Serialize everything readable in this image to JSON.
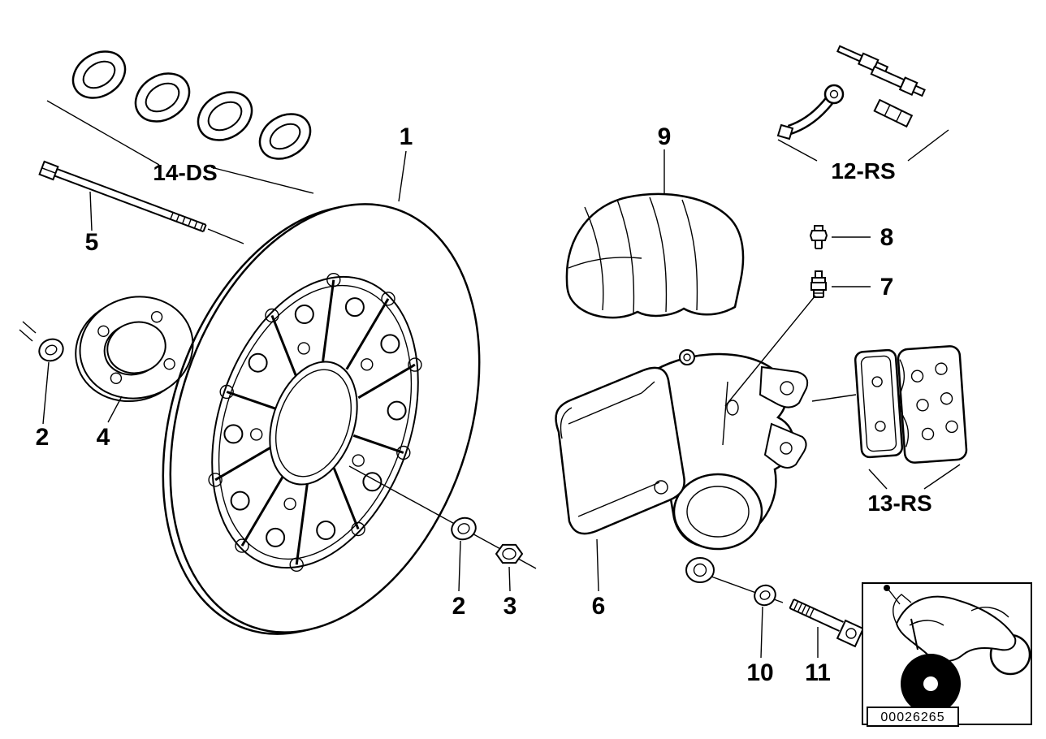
{
  "colors": {
    "background": "#ffffff",
    "line": "#000000"
  },
  "callouts": {
    "disc": "1",
    "washer_left": "2",
    "washer_mid": "2",
    "nut": "3",
    "flange": "4",
    "axle_bolt": "5",
    "caliper": "6",
    "bleed_valve": "7",
    "fitting": "8",
    "cover": "9",
    "washer_10": "10",
    "bolt_11": "11",
    "repair_kit": "12-RS",
    "brake_pads": "13-RS",
    "seal_kit": "14-DS"
  },
  "footer": {
    "part_number": "00026265"
  },
  "icons": {
    "motorcycle": "motorcycle-icon"
  }
}
